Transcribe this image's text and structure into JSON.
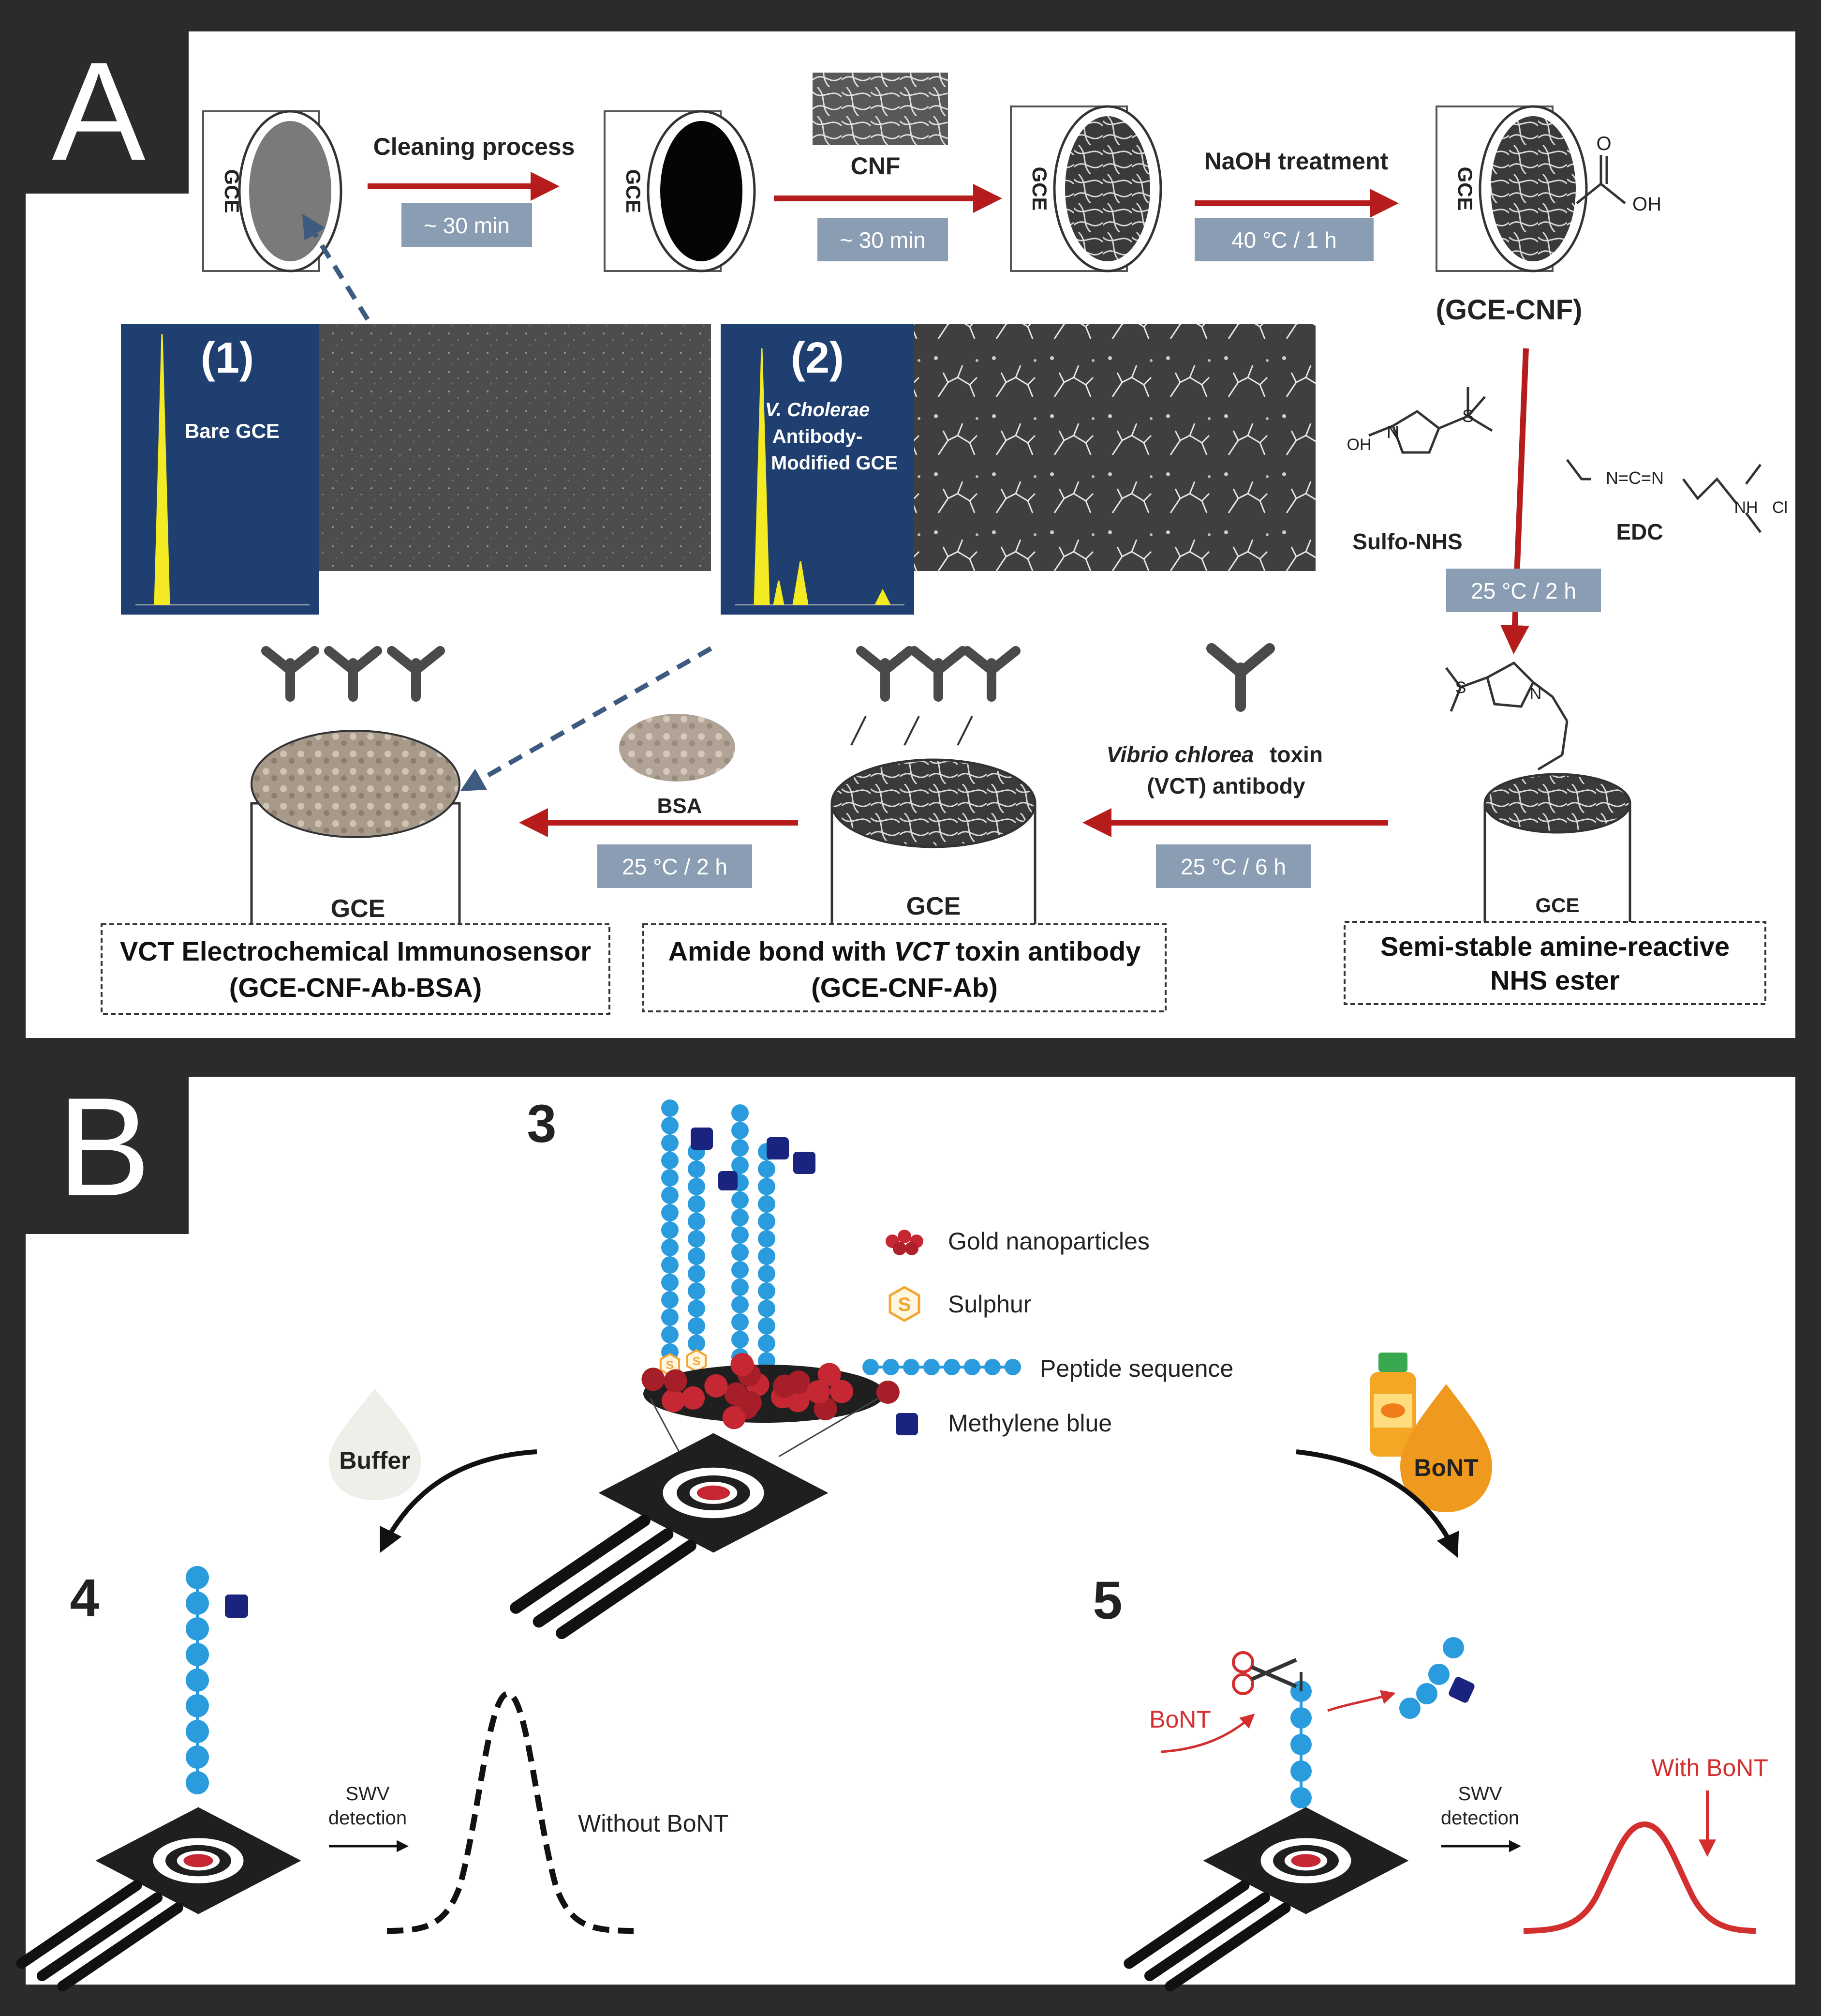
{
  "panel_a": {
    "label": "A",
    "electrode_label": "GCE",
    "steps": {
      "cleaning": {
        "label": "Cleaning process",
        "condition": "~ 30 min"
      },
      "cnf": {
        "label": "CNF",
        "condition": "~ 30 min"
      },
      "naoh": {
        "label": "NaOH treatment",
        "condition": "40 °C / 1 h"
      },
      "gce_cnf": "(GCE-CNF)",
      "activation": {
        "reagent_1": "Sulfo-NHS",
        "reagent_2": "EDC",
        "condition": "25 °C / 2 h"
      },
      "antibody": {
        "label_italic": "Vibrio chlorea",
        "label_rest": " toxin",
        "label_line2": "(VCT) antibody",
        "condition": "25 °C / 6 h"
      },
      "bsa": {
        "label": "BSA",
        "condition": "25 °C / 2 h"
      }
    },
    "chem": {
      "oh": "OH",
      "o": "O",
      "n": "N",
      "s": "S",
      "nh": "NH",
      "cl": "Cl",
      "carbodiimide": "N=C=N"
    },
    "sem": [
      {
        "number": "(1)",
        "caption": "Bare GCE"
      },
      {
        "number": "(2)",
        "caption_italic": "V. Cholerae",
        "caption_line2": "Antibody-",
        "caption_line3": "Modified GCE"
      }
    ],
    "captions": {
      "nhs": {
        "line1": "Semi-stable amine-reactive",
        "line2": "NHS ester"
      },
      "ab": {
        "line1_pre": "Amide bond with ",
        "line1_italic": "VCT",
        "line1_post": " toxin antibody",
        "line2": "(GCE-CNF-Ab)"
      },
      "sensor": {
        "line1": "VCT Electrochemical Immunosensor",
        "line2": "(GCE-CNF-Ab-BSA)"
      }
    }
  },
  "panel_b": {
    "label": "B",
    "step_numbers": [
      "3",
      "4",
      "5"
    ],
    "legend": [
      {
        "icon": "gold-nanoparticles-icon",
        "label": "Gold nanoparticles"
      },
      {
        "icon": "sulphur-icon",
        "label": "Sulphur"
      },
      {
        "icon": "peptide-sequence-icon",
        "label": "Peptide sequence"
      },
      {
        "icon": "methylene-blue-icon",
        "label": "Methylene blue"
      }
    ],
    "sulphur_symbol": "S",
    "buffer_label": "Buffer",
    "bont_drop_label": "BoNT",
    "bont_scissors_label": "BoNT",
    "swv": {
      "line1": "SWV",
      "line2": "detection"
    },
    "result_without": "Without BoNT",
    "result_with": "With BoNT"
  },
  "colors": {
    "frame": "#2b2b2b",
    "arrow_red": "#b71c1c",
    "condition_box": "#8a9db3",
    "peptide_blue": "#2a9bdc",
    "methylene_blue": "#1a237e",
    "gold_np": "#c62833",
    "sulphur": "#f2a531",
    "bont_orange": "#ef9a1e",
    "signal_red": "#d32f2f"
  }
}
